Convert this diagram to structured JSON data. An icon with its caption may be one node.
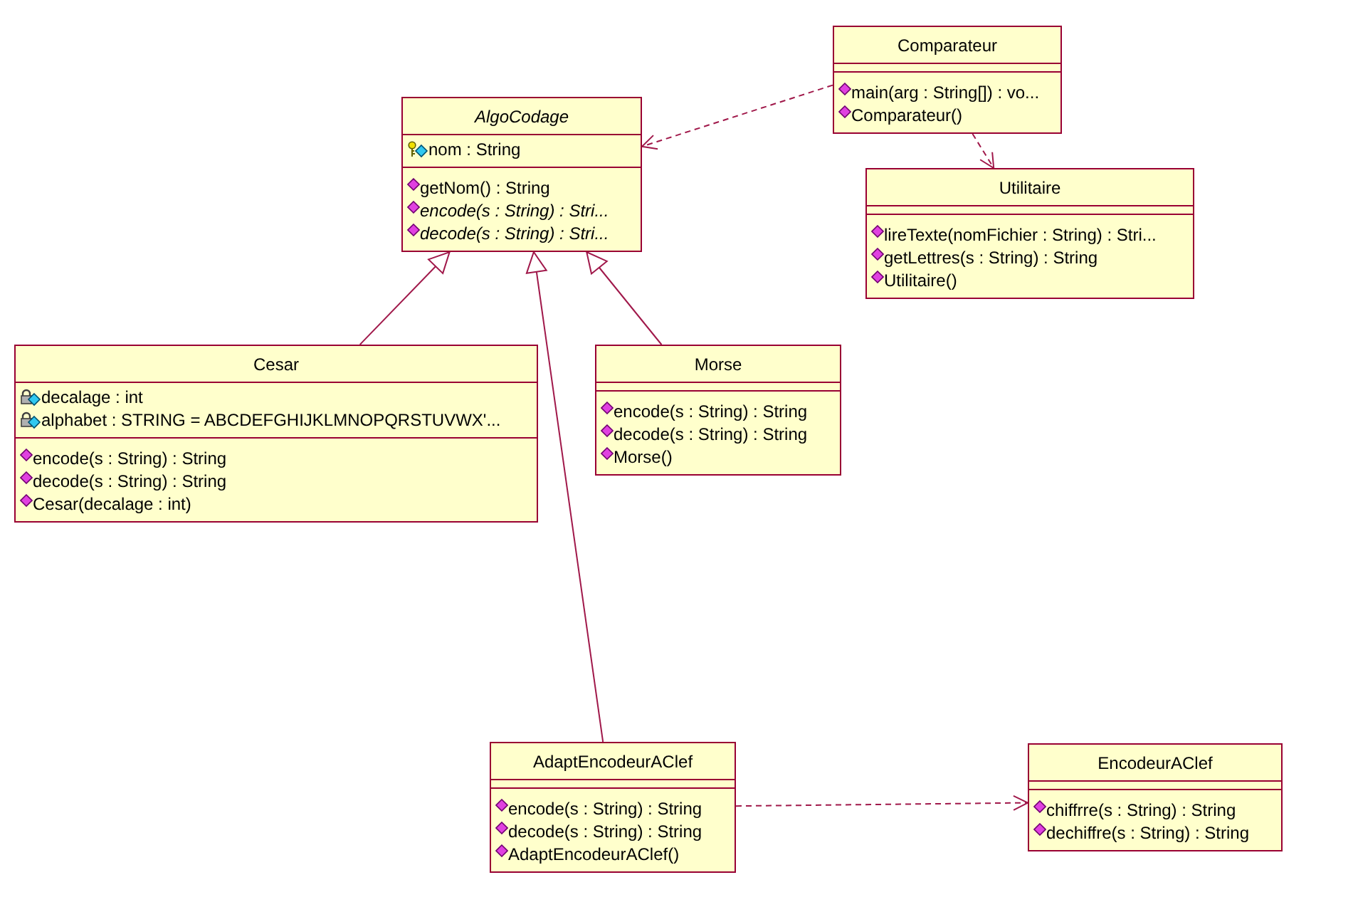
{
  "diagram": {
    "nodes": [
      {
        "text": [
          "Comparateur",
          "main(arg : String[]) : vo...",
          "Comparateur()"
        ]
      },
      {
        "text": [
          "AlgoCodage",
          "nom : String",
          "getNom() : String",
          "encode(s : String) : Stri...",
          "decode(s : String) : Stri..."
        ]
      },
      {
        "text": [
          "Utilitaire",
          "lireTexte(nomFichier : String) : Stri...",
          "getLettres(s : String) : String",
          "Utilitaire()"
        ]
      },
      {
        "text": [
          "Cesar",
          "decalage : int",
          "alphabet : STRING = ABCDEFGHIJKLMNOPQRSTUVWX'...",
          "encode(s : String) : String",
          "decode(s : String) : String",
          "Cesar(decalage : int)"
        ]
      },
      {
        "text": [
          "Morse",
          "encode(s : String) : String",
          "decode(s : String) : String",
          "Morse()"
        ]
      },
      {
        "text": [
          "AdaptEncodeurAClef",
          "encode(s : String) : String",
          "decode(s : String) : String",
          "AdaptEncodeurAClef()"
        ]
      },
      {
        "text": [
          "EncodeurAClef",
          "chiffrre(s : String) : String",
          "dechiffre(s : String) : String"
        ]
      }
    ],
    "edges": [
      {
        "from": 0,
        "to": 1,
        "arrow": "to",
        "style": "dashed"
      },
      {
        "from": 0,
        "to": 2,
        "arrow": "to",
        "style": "dashed"
      },
      {
        "from": 3,
        "to": 1,
        "arrow": "to"
      },
      {
        "from": 4,
        "to": 1,
        "arrow": "to"
      },
      {
        "from": 5,
        "to": 1,
        "arrow": "to"
      },
      {
        "from": 5,
        "to": 6,
        "arrow": "to",
        "style": "dashed"
      }
    ]
  }
}
